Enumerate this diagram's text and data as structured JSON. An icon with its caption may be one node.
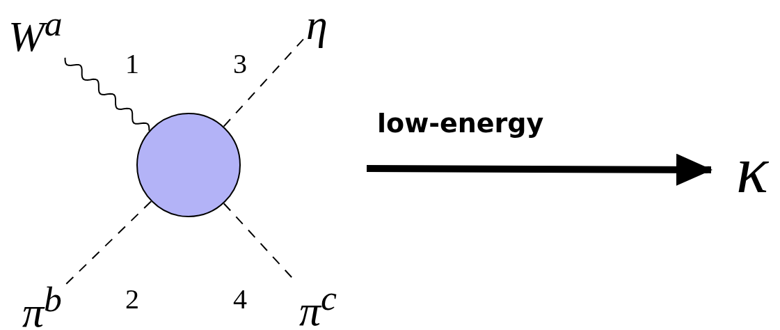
{
  "diagram": {
    "nodes": [
      {
        "text": [
          "W$^{a}$"
        ]
      },
      {
        "text": [
          "η"
        ]
      },
      {
        "text": [],
        "shape": "circle"
      },
      {
        "text": [
          "π$^{b}$"
        ]
      },
      {
        "text": [
          "π$^{c}$"
        ]
      },
      {
        "text": [
          "κ"
        ]
      }
    ],
    "edges": [
      {
        "from": 0,
        "to": 2,
        "arrow": "none"
      },
      {
        "from": 2,
        "to": 1,
        "arrow": "none",
        "style": "dashed"
      },
      {
        "from": 2,
        "to": 3,
        "arrow": "none",
        "style": "dashed"
      },
      {
        "from": 2,
        "to": 4,
        "arrow": "none",
        "style": "dashed"
      },
      {
        "from": null,
        "to": 5,
        "arrow": "to",
        "label": "low-energy",
        "style": "thick"
      }
    ],
    "labels": [
      "1",
      "3",
      "2",
      "4"
    ]
  }
}
